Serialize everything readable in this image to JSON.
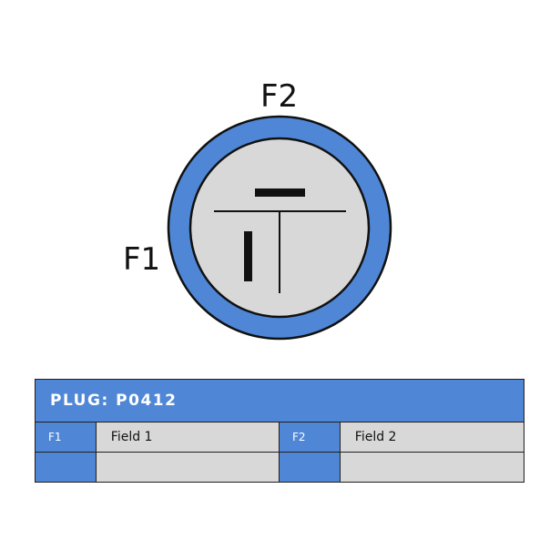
{
  "connector": {
    "pin_labels": {
      "f1": "F1",
      "f2": "F2"
    },
    "colors": {
      "shell": "#4f87d6",
      "face": "#d8d8d8",
      "outline": "#111111"
    }
  },
  "legend": {
    "title": "PLUG: P0412",
    "rows": [
      {
        "pin_a": "F1",
        "desc_a": "Field 1",
        "pin_b": "F2",
        "desc_b": "Field 2"
      },
      {
        "pin_a": "",
        "desc_a": "",
        "pin_b": "",
        "desc_b": ""
      }
    ]
  }
}
